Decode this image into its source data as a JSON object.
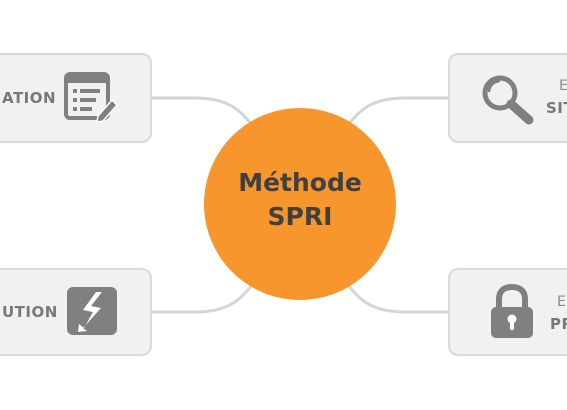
{
  "center": {
    "line1": "Méthode",
    "line2": "SPRI"
  },
  "nodes": {
    "top_left": {
      "label": "ATION",
      "icon": "checklist-edit-icon"
    },
    "top_right": {
      "label_line1": "E",
      "label_line2": "SIT",
      "icon": "magnifier-icon"
    },
    "bottom_left": {
      "label": "UTION",
      "icon": "lightning-icon"
    },
    "bottom_right": {
      "label_line1": "E",
      "label_line2": "PR",
      "icon": "padlock-icon"
    }
  },
  "colors": {
    "center_fill": "#f7962d",
    "center_text": "#404040",
    "node_fill": "#f1f1f1",
    "node_border": "#d9d9d9",
    "icon_gray": "#808080",
    "connector": "#d4d4d4"
  }
}
